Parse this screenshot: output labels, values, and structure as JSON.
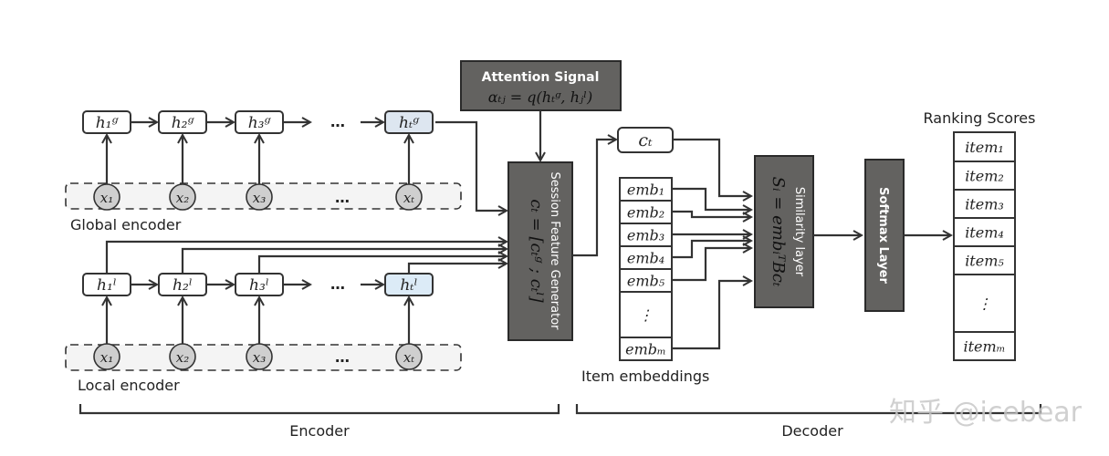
{
  "global_encoder": {
    "label": "Global encoder",
    "hidden": [
      "h₁ᵍ",
      "h₂ᵍ",
      "h₃ᵍ",
      "hₜᵍ"
    ],
    "inputs": [
      "x₁",
      "x₂",
      "x₃",
      "xₜ"
    ],
    "ellipsis": "…"
  },
  "local_encoder": {
    "label": "Local encoder",
    "hidden": [
      "h₁ˡ",
      "h₂ˡ",
      "h₃ˡ",
      "hₜˡ"
    ],
    "inputs": [
      "x₁",
      "x₂",
      "x₃",
      "xₜ"
    ],
    "ellipsis": "…"
  },
  "attention": {
    "title": "Attention Signal",
    "formula": "αₜⱼ = q(hₜᵍ, hⱼˡ)"
  },
  "session_feature": {
    "title": "Session Feature Generator",
    "formula": "cₜ = [cₜᵍ ; cₜˡ]"
  },
  "context": {
    "label": "cₜ"
  },
  "embeddings": {
    "items": [
      "emb₁",
      "emb₂",
      "emb₃",
      "emb₄",
      "emb₅",
      "⋮",
      "embₘ"
    ],
    "label": "Item embeddings"
  },
  "similarity": {
    "title": "Similarity layer",
    "formula": "Sᵢ = embᵢᵀBcₜ"
  },
  "softmax": {
    "title": "Softmax Layer"
  },
  "ranking": {
    "title": "Ranking Scores",
    "items": [
      "item₁",
      "item₂",
      "item₃",
      "item₄",
      "item₅",
      "⋮",
      "itemₘ"
    ]
  },
  "sections": {
    "encoder": "Encoder",
    "decoder": "Decoder"
  },
  "watermark": "知乎 @icebear",
  "colors": {
    "dark_box": "#636260",
    "highlight": "#dde6f0",
    "node": "#cfcfcf"
  }
}
